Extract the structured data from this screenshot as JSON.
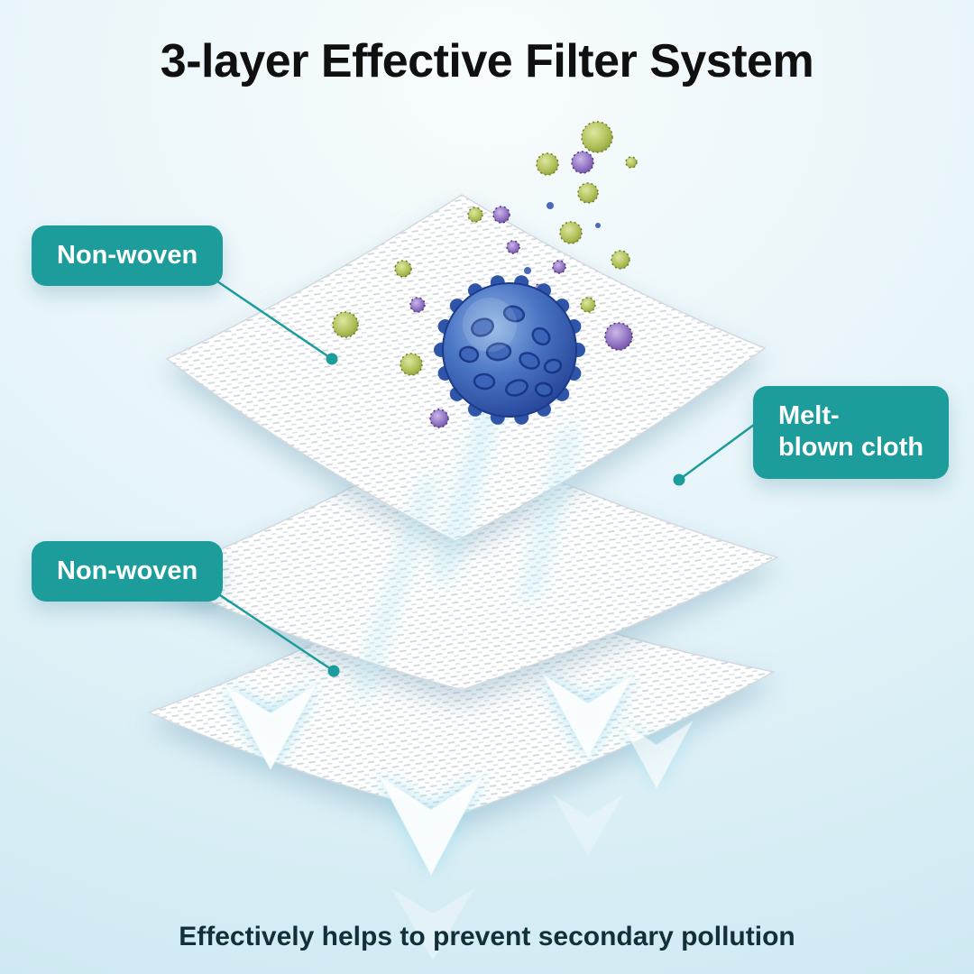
{
  "title": "3-layer Effective Filter System",
  "callouts": {
    "top": {
      "label": "Non-woven"
    },
    "middle": {
      "line1": "Melt-",
      "line2": "blown cloth"
    },
    "bottom": {
      "label": "Non-woven"
    }
  },
  "caption": "Effectively helps to prevent secondary pollution",
  "icons": {
    "virus": "virus-particle-icon",
    "green_particle": "pollen-particle-icon",
    "purple_particle": "dust-particle-icon",
    "arrow": "airflow-down-arrow-icon",
    "layer": "fabric-layer"
  },
  "colors": {
    "callout_bg": "#1D9C9C",
    "callout_text": "#FFFFFF",
    "title": "#101010",
    "caption": "#12303A",
    "bg_center": "#F8FCFD",
    "bg_edge": "#CBE7F1",
    "arrow_glow": "#9FDEED",
    "layer_texture": "#CCD3D8",
    "virus_blue": "#2E55A8",
    "particle_green": "#AEBD55",
    "particle_purple": "#8F6FC0"
  }
}
